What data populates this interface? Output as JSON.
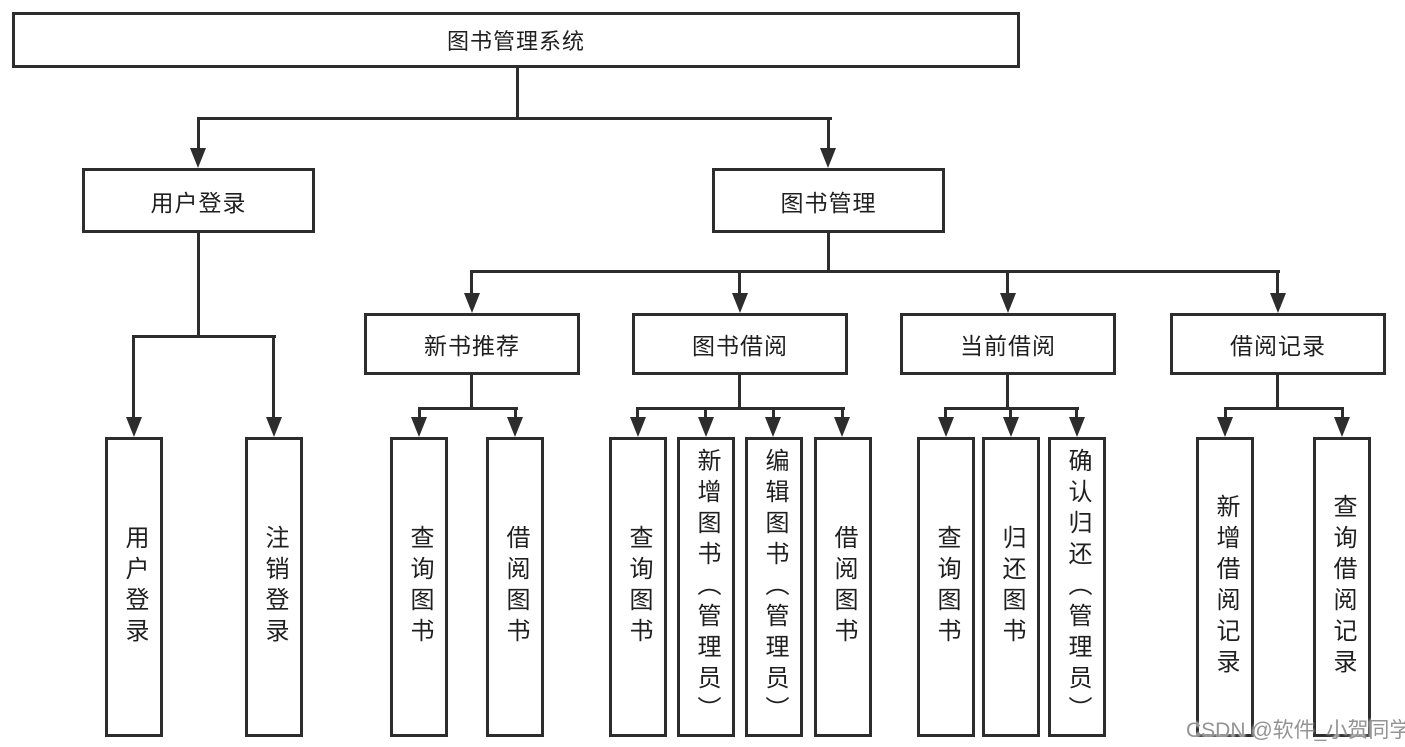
{
  "nodes": {
    "root": {
      "label": "图书管理系统"
    },
    "level2": [
      {
        "label": "用户登录"
      },
      {
        "label": "图书管理"
      }
    ],
    "level3": [
      {
        "label": "新书推荐"
      },
      {
        "label": "图书借阅"
      },
      {
        "label": "当前借阅"
      },
      {
        "label": "借阅记录"
      }
    ],
    "leaves": {
      "user_login": [
        "用户登录",
        "注销登录"
      ],
      "new_book": [
        "查询图书",
        "借阅图书"
      ],
      "book_borrow": [
        "查询图书",
        "新增图书（管理员）",
        "编辑图书（管理员）",
        "借阅图书"
      ],
      "current_borrow": [
        "查询图书",
        "归还图书",
        "确认归还（管理员）"
      ],
      "borrow_records": [
        "新增借阅记录",
        "查询借阅记录"
      ]
    }
  },
  "watermark": {
    "text": "CSDN @软件_小贺同学"
  },
  "colors": {
    "line": "#2d2d2d",
    "text": "#1f1f1f",
    "background": "#ffffff",
    "watermark": "#949494"
  }
}
